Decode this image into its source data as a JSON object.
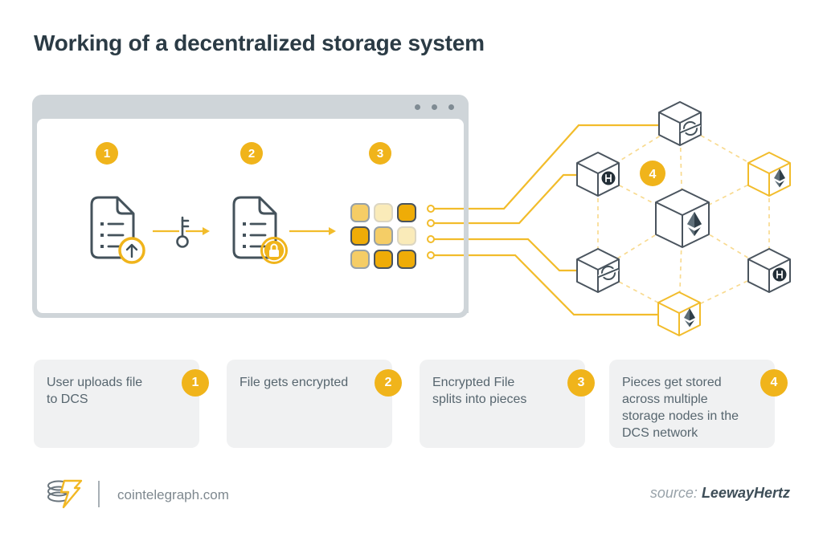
{
  "title": "Working of a decentralized storage system",
  "browser_window": {
    "dots_count": 3
  },
  "steps": [
    {
      "number": "1",
      "caption": "User uploads file\nto DCS"
    },
    {
      "number": "2",
      "caption": "File gets encrypted"
    },
    {
      "number": "3",
      "caption": "Encrypted File\nsplits into pieces"
    },
    {
      "number": "4",
      "caption": "Pieces get stored\nacross multiple\nstorage nodes in the\nDCS network"
    }
  ],
  "network": {
    "badge": "4",
    "nodes": [
      {
        "id": "top",
        "logo": "stellar",
        "style": "gray"
      },
      {
        "id": "upper-left",
        "logo": "hedera",
        "style": "gray"
      },
      {
        "id": "upper-right",
        "logo": "ethereum",
        "style": "yellow"
      },
      {
        "id": "center",
        "logo": "ethereum",
        "style": "gray"
      },
      {
        "id": "lower-left",
        "logo": "stellar",
        "style": "gray"
      },
      {
        "id": "lower-right",
        "logo": "hedera",
        "style": "gray"
      },
      {
        "id": "bottom",
        "logo": "ethereum",
        "style": "yellow"
      }
    ]
  },
  "pieces_grid": {
    "shades": [
      [
        "medium",
        "pale",
        "dark"
      ],
      [
        "dark",
        "medium",
        "pale"
      ],
      [
        "medium",
        "dark",
        "dark"
      ]
    ]
  },
  "footer": {
    "site": "cointelegraph.com",
    "source_label": "source:",
    "source_name": "LeewayHertz"
  },
  "colors": {
    "amber": "#F0B41B",
    "amber_line": "#F2BC2B",
    "dashed_yellow": "#F7D275",
    "slate_dark": "#3E4E58",
    "frame_gray": "#CFD5D9",
    "box_bg": "#F0F1F2",
    "piece_pale": "#FAEBB9",
    "piece_medium": "#F5CD66",
    "piece_dark": "#EFAC07"
  }
}
